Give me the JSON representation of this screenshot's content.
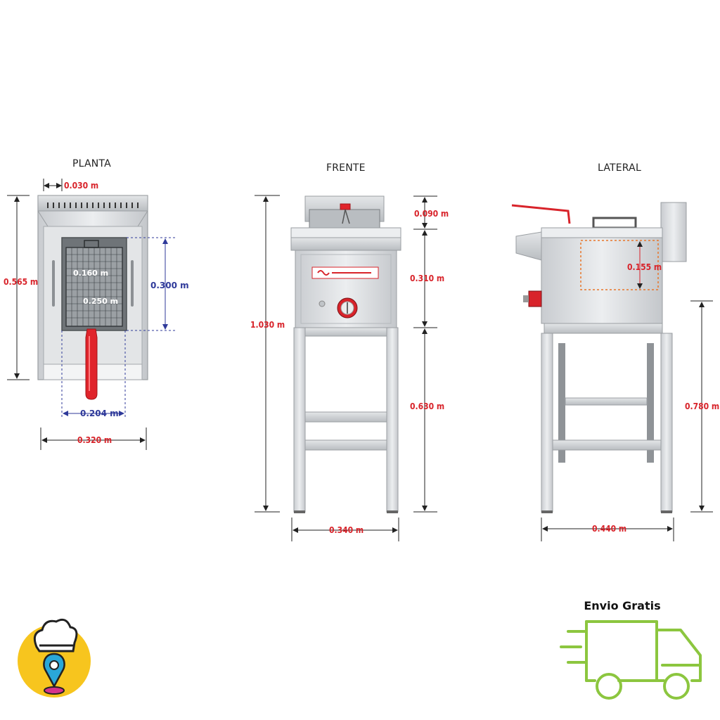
{
  "views": {
    "planta": {
      "title": "PLANTA",
      "dims": {
        "top_offset": "0.030 m",
        "depth": "0.565 m",
        "basket_depth": "0.300 m",
        "inner_a": "0.160 m",
        "inner_b": "0.250 m",
        "basket_width": "0.204 m",
        "width": "0.320 m"
      }
    },
    "frente": {
      "title": "FRENTE",
      "dims": {
        "total_height": "1.030 m",
        "backsplash": "0.090 m",
        "body_height": "0.310 m",
        "stand_height": "0.630 m",
        "width": "0.340 m"
      }
    },
    "lateral": {
      "title": "LATERAL",
      "dims": {
        "oil_depth": "0.155 m",
        "stand_height": "0.780 m",
        "width": "0.440 m"
      }
    }
  },
  "shipping": {
    "label": "Envio Gratis"
  },
  "colors": {
    "dimension_red": "#d8232a",
    "dimension_blue": "#2f3a9a",
    "truck_green": "#8cc63f",
    "logo_yellow": "#f7c51e",
    "logo_pin": "#2aa7d8"
  },
  "icons": [
    "chef-location-logo-icon",
    "delivery-truck-icon"
  ]
}
